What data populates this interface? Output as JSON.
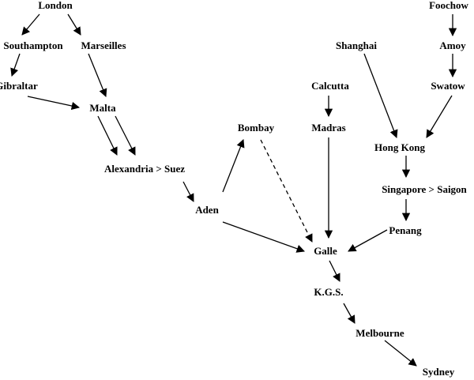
{
  "diagram": {
    "nodes": {
      "london": "London",
      "foochow": "Foochow",
      "southampton": "Southampton",
      "marseilles": "Marseilles",
      "shanghai": "Shanghai",
      "amoy": "Amoy",
      "gibraltar": "Gibraltar",
      "calcutta": "Calcutta",
      "swatow": "Swatow",
      "malta": "Malta",
      "bombay": "Bombay",
      "madras": "Madras",
      "hong_kong": "Hong Kong",
      "alexandria_suez": "Alexandria > Suez",
      "singapore_saigon": "Singapore > Saigon",
      "aden": "Aden",
      "penang": "Penang",
      "galle": "Galle",
      "kgs": "K.G.S.",
      "melbourne": "Melbourne",
      "sydney": "Sydney"
    },
    "edges": [
      {
        "from": "london",
        "to": "southampton",
        "style": "solid"
      },
      {
        "from": "london",
        "to": "marseilles",
        "style": "solid"
      },
      {
        "from": "foochow",
        "to": "amoy",
        "style": "solid"
      },
      {
        "from": "southampton",
        "to": "gibraltar",
        "style": "solid"
      },
      {
        "from": "marseilles",
        "to": "malta",
        "style": "solid"
      },
      {
        "from": "amoy",
        "to": "swatow",
        "style": "solid"
      },
      {
        "from": "gibraltar",
        "to": "malta",
        "style": "solid"
      },
      {
        "from": "calcutta",
        "to": "madras",
        "style": "solid"
      },
      {
        "from": "malta",
        "to": "alexandria_suez",
        "style": "solid"
      },
      {
        "from": "malta",
        "to": "alexandria_suez",
        "style": "solid"
      },
      {
        "from": "shanghai",
        "to": "hong_kong",
        "style": "solid"
      },
      {
        "from": "swatow",
        "to": "hong_kong",
        "style": "solid"
      },
      {
        "from": "hong_kong",
        "to": "singapore_saigon",
        "style": "solid"
      },
      {
        "from": "alexandria_suez",
        "to": "aden",
        "style": "solid"
      },
      {
        "from": "aden",
        "to": "bombay",
        "style": "solid"
      },
      {
        "from": "bombay",
        "to": "galle",
        "style": "dashed"
      },
      {
        "from": "madras",
        "to": "galle",
        "style": "solid"
      },
      {
        "from": "singapore_saigon",
        "to": "penang",
        "style": "solid"
      },
      {
        "from": "aden",
        "to": "galle",
        "style": "solid"
      },
      {
        "from": "penang",
        "to": "galle",
        "style": "solid"
      },
      {
        "from": "galle",
        "to": "kgs",
        "style": "solid"
      },
      {
        "from": "kgs",
        "to": "melbourne",
        "style": "solid"
      },
      {
        "from": "melbourne",
        "to": "sydney",
        "style": "solid"
      }
    ]
  }
}
